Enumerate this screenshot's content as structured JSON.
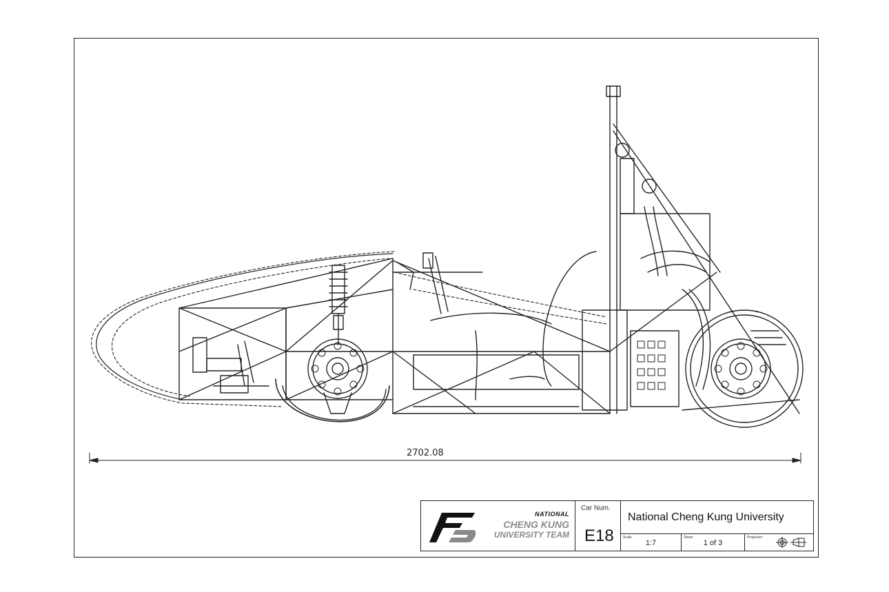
{
  "drawing": {
    "overall_length_dimension": "2702.08",
    "view": "side elevation"
  },
  "title_block": {
    "logo": {
      "mark_text": "FS",
      "line1": "NATIONAL",
      "line2": "CHENG KUNG",
      "line3": "UNIVERSITY TEAM"
    },
    "car_num_label": "Car Num.",
    "car_num_value": "E18",
    "university": "National Cheng Kung University",
    "scale_label": "Scale",
    "scale_value": "1:7",
    "sheet_label": "Sheet",
    "sheet_value": "1 of 3",
    "projection_label": "Projection"
  },
  "colors": {
    "line": "#222222",
    "logo_gray": "#8a8a8a",
    "background": "#ffffff"
  }
}
